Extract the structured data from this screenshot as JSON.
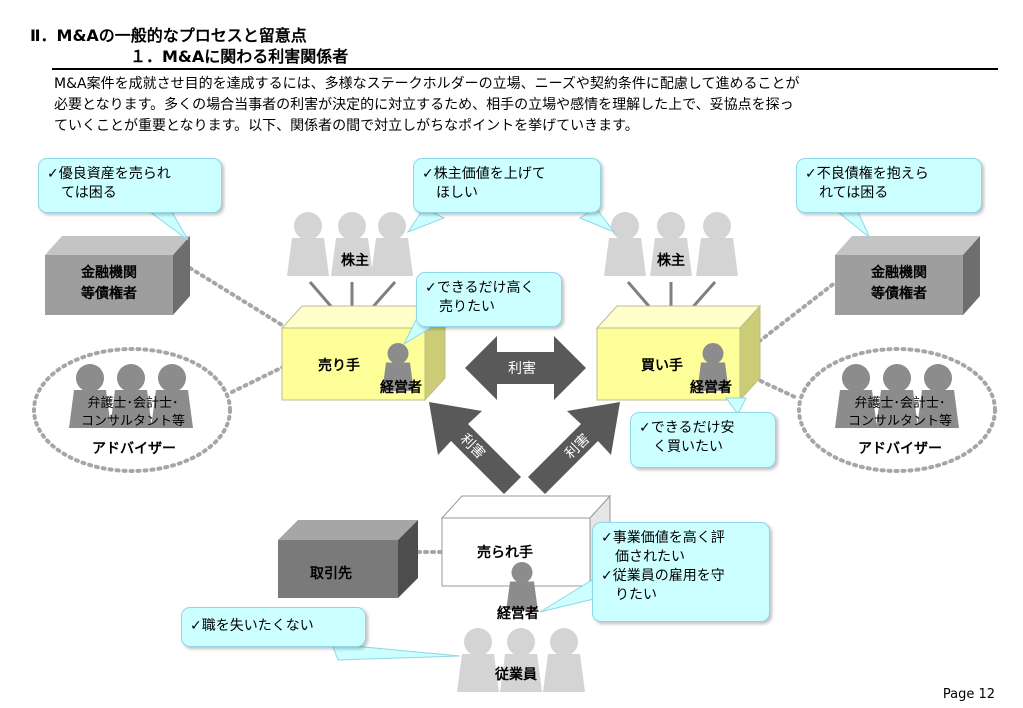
{
  "title": {
    "line1": "Ⅱ．M&Aの一般的なプロセスと留意点",
    "line2": "１．M&Aに関わる利害関係者"
  },
  "intro": [
    "M&A案件を成就させ目的を達成するには、多様なステークホルダーの立場、ニーズや契約条件に配慮して進めることが",
    "必要となります。多くの場合当事者の利害が決定的に対立するため、相手の立場や感情を理解した上で、妥協点を探っ",
    "ていくことが重要となります。以下、関係者の間で対立しがちなポイントを挙げていきます。"
  ],
  "bubbles": {
    "creditor_left": [
      "✓優良資産を売られ",
      "　ては困る"
    ],
    "shareholders": [
      "✓株主価値を上げて",
      "　ほしい"
    ],
    "creditor_right": [
      "✓不良債権を抱えら",
      "　れては困る"
    ],
    "seller_manager": [
      "✓できるだけ高く",
      "　売りたい"
    ],
    "buyer_manager": [
      "✓できるだけ安",
      "　く買いたい"
    ],
    "target_manager": [
      "✓事業価値を高く評",
      "　価されたい",
      "✓従業員の雇用を守",
      "　りたい"
    ],
    "employees": [
      "✓職を失いたくない"
    ]
  },
  "labels": {
    "creditor": [
      "金融機関",
      "等債権者"
    ],
    "shareholders": "株主",
    "seller": "売り手",
    "buyer": "買い手",
    "manager": "経営者",
    "advisor_roles": [
      "弁護士･会計士･",
      "コンサルタント等"
    ],
    "advisor": "アドバイザー",
    "target": "売られ手",
    "client": "取引先",
    "employees": "従業員",
    "interest": "利害"
  },
  "page_label": "Page 12",
  "colors": {
    "bubble_fill": "#ccffff",
    "seller_buyer_box": "#ffff99",
    "creditor_box": "#999999",
    "client_box": "#777777",
    "arrow": "#595959",
    "person": "#c8c8c8",
    "manager_person": "#8c8c8c"
  }
}
